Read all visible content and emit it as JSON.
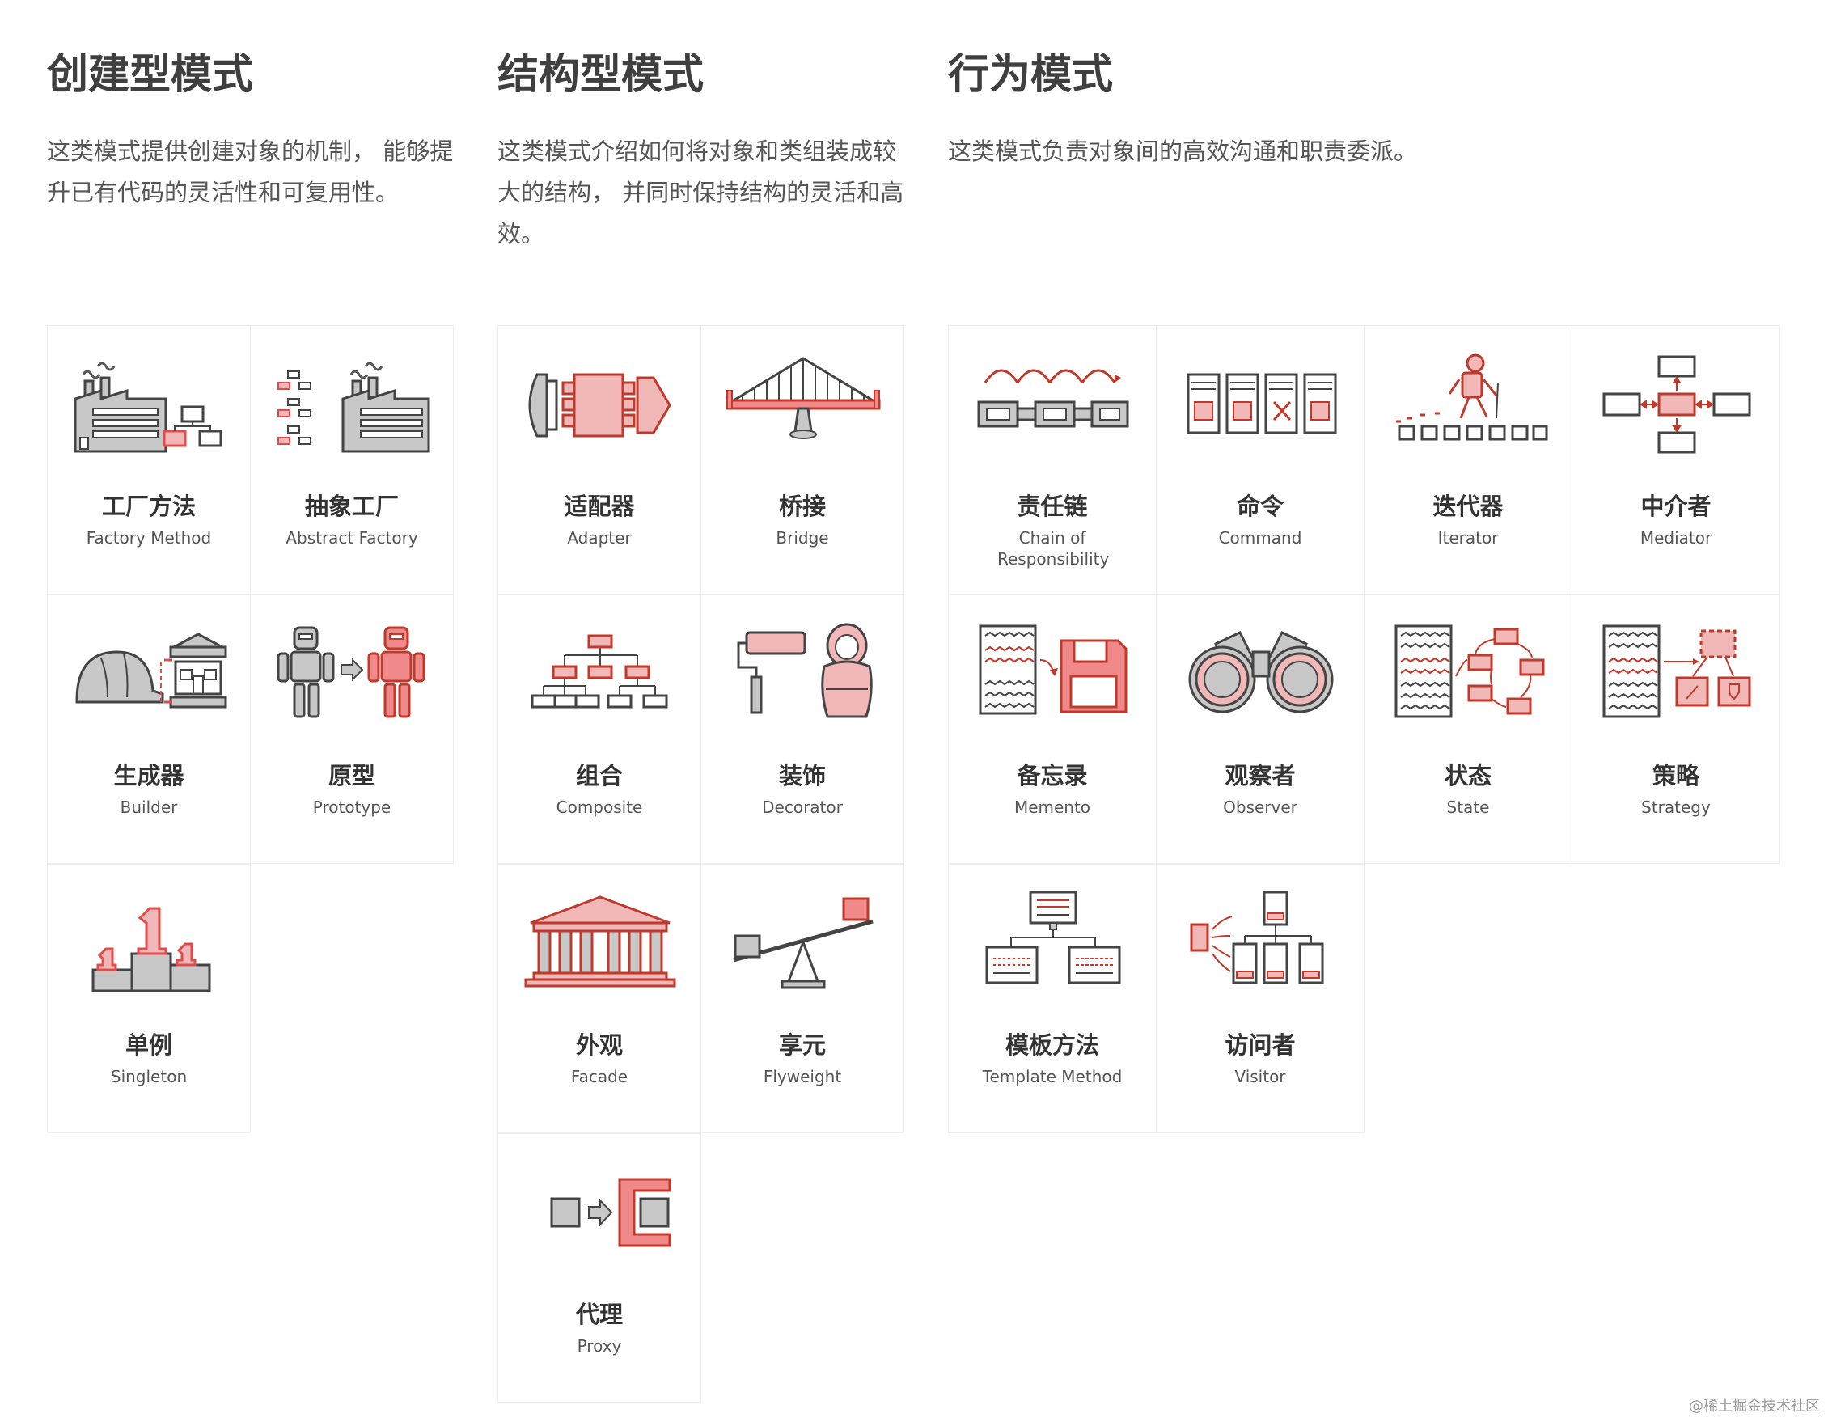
{
  "sections": [
    {
      "title": "创建型模式",
      "description": [
        "这类模式提供创建对象的机制， 能够提",
        "升已有代码的灵活性和可复用性。"
      ],
      "patterns": [
        {
          "zh": "工厂方法",
          "en": "Factory Method",
          "icon": "factory-icon"
        },
        {
          "zh": "抽象工厂",
          "en": "Abstract Factory",
          "icon": "abstract-factory-icon"
        },
        {
          "zh": "生成器",
          "en": "Builder",
          "icon": "builder-icon"
        },
        {
          "zh": "原型",
          "en": "Prototype",
          "icon": "robots-icon"
        },
        {
          "zh": "单例",
          "en": "Singleton",
          "icon": "podium-icon"
        }
      ]
    },
    {
      "title": "结构型模式",
      "description": [
        "这类模式介绍如何将对象和类组装成较",
        "大的结构， 并同时保持结构的灵活和高",
        "效。"
      ],
      "patterns": [
        {
          "zh": "适配器",
          "en": "Adapter",
          "icon": "adapter-icon"
        },
        {
          "zh": "桥接",
          "en": "Bridge",
          "icon": "bridge-icon"
        },
        {
          "zh": "组合",
          "en": "Composite",
          "icon": "tree-icon"
        },
        {
          "zh": "装饰",
          "en": "Decorator",
          "icon": "roller-doll-icon"
        },
        {
          "zh": "外观",
          "en": "Facade",
          "icon": "temple-icon"
        },
        {
          "zh": "享元",
          "en": "Flyweight",
          "icon": "seesaw-icon"
        },
        {
          "zh": "代理",
          "en": "Proxy",
          "icon": "proxy-icon"
        }
      ]
    },
    {
      "title": "行为模式",
      "description": [
        "这类模式负责对象间的高效沟通和职责委派。"
      ],
      "patterns": [
        {
          "zh": "责任链",
          "en": "Chain of Responsibility",
          "icon": "chain-icon"
        },
        {
          "zh": "命令",
          "en": "Command",
          "icon": "command-icon"
        },
        {
          "zh": "迭代器",
          "en": "Iterator",
          "icon": "hiker-icon"
        },
        {
          "zh": "中介者",
          "en": "Mediator",
          "icon": "mediator-icon"
        },
        {
          "zh": "备忘录",
          "en": "Memento",
          "icon": "floppy-icon"
        },
        {
          "zh": "观察者",
          "en": "Observer",
          "icon": "binoculars-icon"
        },
        {
          "zh": "状态",
          "en": "State",
          "icon": "state-icon"
        },
        {
          "zh": "策略",
          "en": "Strategy",
          "icon": "strategy-icon"
        },
        {
          "zh": "模板方法",
          "en": "Template Method",
          "icon": "template-icon"
        },
        {
          "zh": "访问者",
          "en": "Visitor",
          "icon": "visitor-icon"
        }
      ]
    }
  ],
  "watermark": "@稀土掘金技术社区",
  "colors": {
    "accent": "#e34b4b",
    "accent_fill": "#f2b8b8",
    "gray": "#c8c8c8",
    "outline": "#555555"
  }
}
